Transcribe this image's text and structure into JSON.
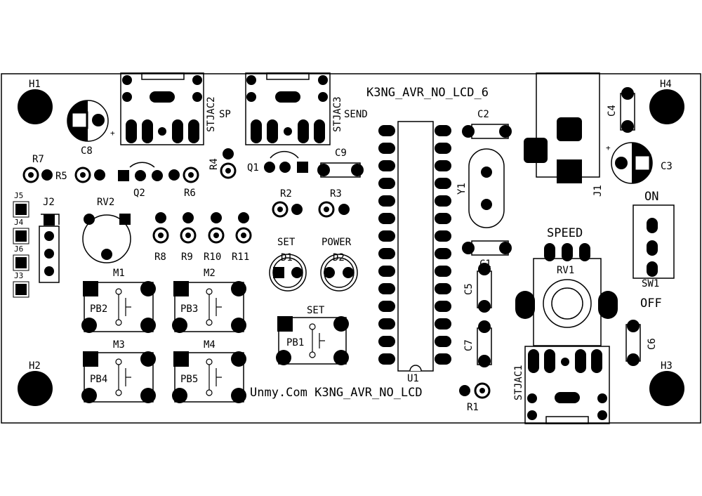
{
  "board": {
    "title": "K3NG_AVR_NO_LCD_6",
    "footer": "Unmy.Com K3NG_AVR_NO_LCD",
    "colors": {
      "copper": "#000000",
      "silk": "#000000",
      "background": "#ffffff"
    }
  },
  "labels": {
    "h1": "H1",
    "h2": "H2",
    "h3": "H3",
    "h4": "H4",
    "c8": "C8",
    "c8_plus": "+",
    "c3": "C3",
    "c3_plus": "+",
    "c2": "C2",
    "c9": "C9",
    "c4": "C4",
    "c1": "C1",
    "c5": "C5",
    "c7": "C7",
    "c6": "C6",
    "stjac2": "STJAC2",
    "sp": "SP",
    "stjac3": "STJAC3",
    "send": "SEND",
    "stjac1": "STJAC1",
    "r7": "R7",
    "r5": "R5",
    "r6": "R6",
    "r4": "R4",
    "r2": "R2",
    "r3": "R3",
    "r1": "R1",
    "r8": "R8",
    "r9": "R9",
    "r10": "R10",
    "r11": "R11",
    "q1": "Q1",
    "q2": "Q2",
    "j5": "J5",
    "j4": "J4",
    "j6": "J6",
    "j3": "J3",
    "j2": "J2",
    "j1": "J1",
    "rv2": "RV2",
    "rv1": "RV1",
    "y1": "Y1",
    "u1": "U1",
    "set_led": "SET",
    "power_led": "POWER",
    "d1": "D1",
    "d2": "D2",
    "set_btn": "SET",
    "pb1": "PB1",
    "m1": "M1",
    "m2": "M2",
    "m3": "M3",
    "m4": "M4",
    "pb2": "PB2",
    "pb3": "PB3",
    "pb4": "PB4",
    "pb5": "PB5",
    "speed": "SPEED",
    "on": "ON",
    "off": "OFF",
    "sw1": "SW1"
  }
}
